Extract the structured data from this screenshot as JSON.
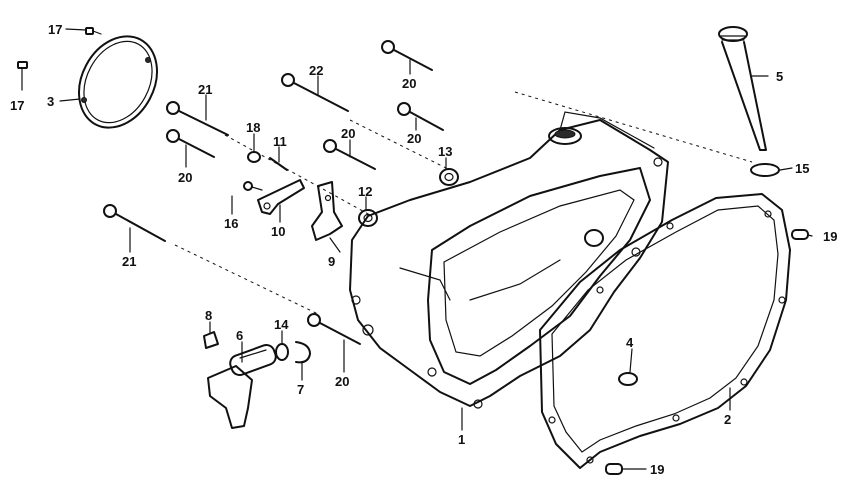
{
  "labels": {
    "l17a": "17",
    "l17b": "17",
    "l3": "3",
    "l21a": "21",
    "l20a": "20",
    "l18": "18",
    "l11": "11",
    "l22": "22",
    "l20b": "20",
    "l20c": "20",
    "l20d": "20",
    "l13": "13",
    "l12": "12",
    "l16": "16",
    "l10": "10",
    "l9": "9",
    "l21b": "21",
    "l5": "5",
    "l15": "15",
    "l19a": "19",
    "l8": "8",
    "l6": "6",
    "l14": "14",
    "l7": "7",
    "l20e": "20",
    "l1": "1",
    "l4": "4",
    "l2": "2",
    "l19b": "19"
  }
}
